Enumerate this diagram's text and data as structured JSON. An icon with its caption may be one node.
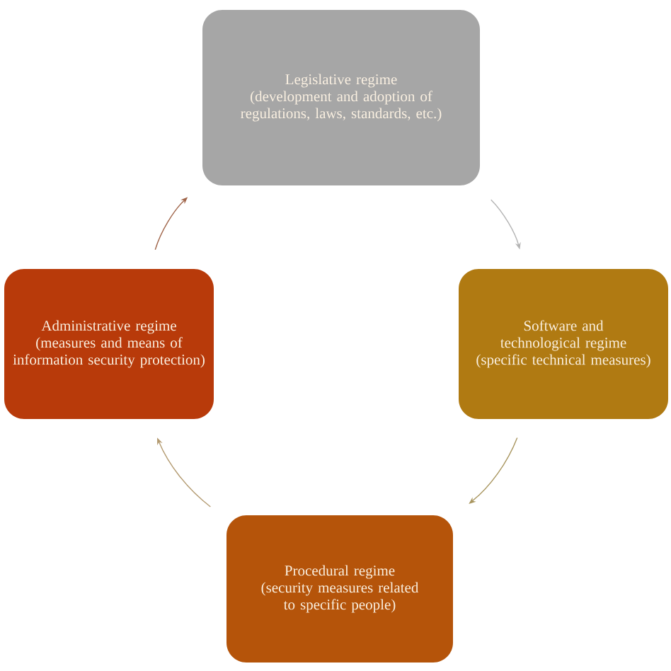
{
  "diagram": {
    "nodes": [
      {
        "text": [
          "Legislative regime",
          "(development and adoption of regulations, laws, standards, etc.)"
        ]
      },
      {
        "text": [
          "Administrative regime",
          "(measures and means of information security protection)"
        ]
      },
      {
        "text": [
          "Software and technological regime",
          "(specific technical measures)"
        ]
      },
      {
        "text": [
          "Procedural regime",
          "(security measures related to specific people)"
        ]
      }
    ],
    "edges": [
      {
        "from": 0,
        "to": 2,
        "arrow": "to",
        "color": "#b4b4b4"
      },
      {
        "from": 2,
        "to": 3,
        "arrow": "to",
        "color": "#a8955e"
      },
      {
        "from": 3,
        "to": 1,
        "arrow": "to",
        "color": "#b39a70"
      },
      {
        "from": 1,
        "to": 0,
        "arrow": "to",
        "color": "#a0654a"
      }
    ]
  }
}
